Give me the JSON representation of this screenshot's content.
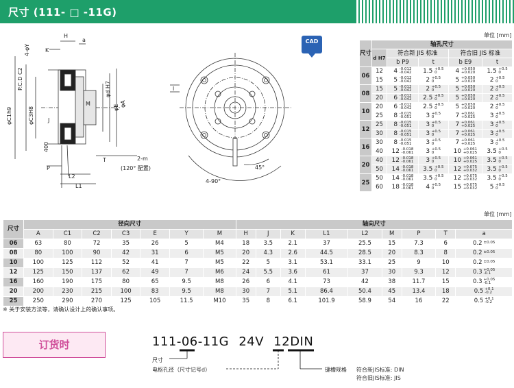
{
  "header": {
    "title": "尺寸 (111- □ -11G)"
  },
  "unit_label": "单位 [mm]",
  "cad_label": "CAD",
  "drawing": {
    "labels": [
      "H",
      "a",
      "4-φY",
      "K",
      "P.C.D C2",
      "φC3H8",
      "φC1h9",
      "J",
      "400",
      "P",
      "L2",
      "L1",
      "φd H7",
      "φE",
      "φA",
      "M",
      "T",
      "2-m",
      "(120° 配置)",
      "45°",
      "4-90°",
      "l"
    ]
  },
  "shaft_table": {
    "title": "轴孔尺寸",
    "size_header": "尺寸",
    "d_header": "d H7",
    "new_jis": "符合新 JIS 标准",
    "old_jis": "符合旧 JIS 标准",
    "b_p9": "b P9",
    "b_e9": "b E9",
    "t": "t",
    "rows": [
      {
        "size": "06",
        "d": "12",
        "b1": "4",
        "b1t": [
          "-0.012",
          "-0.042"
        ],
        "t1": "1.5",
        "t1t": [
          "+0.5",
          "0"
        ],
        "b2": "4",
        "b2t": [
          "+0.050",
          "+0.020"
        ],
        "t2": "1.5",
        "t2t": [
          "+0.5",
          "0"
        ]
      },
      {
        "size": "",
        "d": "15",
        "b1": "5",
        "b1t": [
          "-0.012",
          "-0.042"
        ],
        "t1": "2",
        "t1t": [
          "+0.5",
          "0"
        ],
        "b2": "5",
        "b2t": [
          "+0.050",
          "+0.020"
        ],
        "t2": "2",
        "t2t": [
          "+0.5",
          "0"
        ]
      },
      {
        "size": "08",
        "d": "15",
        "b1": "5",
        "b1t": [
          "-0.012",
          "-0.042"
        ],
        "t1": "2",
        "t1t": [
          "+0.5",
          "0"
        ],
        "b2": "5",
        "b2t": [
          "+0.050",
          "+0.020"
        ],
        "t2": "2",
        "t2t": [
          "+0.5",
          "0"
        ]
      },
      {
        "size": "",
        "d": "20",
        "b1": "6",
        "b1t": [
          "-0.012",
          "-0.042"
        ],
        "t1": "2.5",
        "t1t": [
          "+0.5",
          "0"
        ],
        "b2": "5",
        "b2t": [
          "+0.050",
          "+0.020"
        ],
        "t2": "2",
        "t2t": [
          "+0.5",
          "0"
        ]
      },
      {
        "size": "10",
        "d": "20",
        "b1": "6",
        "b1t": [
          "-0.012",
          "-0.042"
        ],
        "t1": "2.5",
        "t1t": [
          "+0.5",
          "0"
        ],
        "b2": "5",
        "b2t": [
          "+0.050",
          "+0.020"
        ],
        "t2": "2",
        "t2t": [
          "+0.5",
          "0"
        ]
      },
      {
        "size": "",
        "d": "25",
        "b1": "8",
        "b1t": [
          "-0.015",
          "-0.051"
        ],
        "t1": "3",
        "t1t": [
          "+0.5",
          "0"
        ],
        "b2": "7",
        "b2t": [
          "+0.061",
          "+0.025"
        ],
        "t2": "3",
        "t2t": [
          "+0.5",
          "0"
        ]
      },
      {
        "size": "12",
        "d": "25",
        "b1": "8",
        "b1t": [
          "-0.015",
          "-0.051"
        ],
        "t1": "3",
        "t1t": [
          "+0.5",
          "0"
        ],
        "b2": "7",
        "b2t": [
          "+0.061",
          "+0.025"
        ],
        "t2": "3",
        "t2t": [
          "+0.5",
          "0"
        ]
      },
      {
        "size": "",
        "d": "30",
        "b1": "8",
        "b1t": [
          "-0.015",
          "-0.051"
        ],
        "t1": "3",
        "t1t": [
          "+0.5",
          "0"
        ],
        "b2": "7",
        "b2t": [
          "+0.061",
          "+0.025"
        ],
        "t2": "3",
        "t2t": [
          "+0.5",
          "0"
        ]
      },
      {
        "size": "16",
        "d": "30",
        "b1": "8",
        "b1t": [
          "-0.015",
          "-0.051"
        ],
        "t1": "3",
        "t1t": [
          "+0.5",
          "0"
        ],
        "b2": "7",
        "b2t": [
          "+0.061",
          "+0.025"
        ],
        "t2": "3",
        "t2t": [
          "+0.5",
          "0"
        ]
      },
      {
        "size": "",
        "d": "40",
        "b1": "12",
        "b1t": [
          "-0.018",
          "-0.061"
        ],
        "t1": "3",
        "t1t": [
          "+0.5",
          "0"
        ],
        "b2": "10",
        "b2t": [
          "+0.061",
          "+0.025"
        ],
        "t2": "3.5",
        "t2t": [
          "+0.5",
          "0"
        ]
      },
      {
        "size": "20",
        "d": "40",
        "b1": "12",
        "b1t": [
          "-0.018",
          "-0.061"
        ],
        "t1": "3",
        "t1t": [
          "+0.5",
          "0"
        ],
        "b2": "10",
        "b2t": [
          "+0.061",
          "+0.025"
        ],
        "t2": "3.5",
        "t2t": [
          "+0.5",
          "0"
        ]
      },
      {
        "size": "",
        "d": "50",
        "b1": "14",
        "b1t": [
          "-0.018",
          "-0.061"
        ],
        "t1": "3.5",
        "t1t": [
          "+0.5",
          "0"
        ],
        "b2": "12",
        "b2t": [
          "+0.075",
          "+0.032"
        ],
        "t2": "3.5",
        "t2t": [
          "+0.5",
          "0"
        ]
      },
      {
        "size": "25",
        "d": "50",
        "b1": "14",
        "b1t": [
          "-0.018",
          "-0.061"
        ],
        "t1": "3.5",
        "t1t": [
          "+0.5",
          "0"
        ],
        "b2": "12",
        "b2t": [
          "+0.075",
          "+0.032"
        ],
        "t2": "3.5",
        "t2t": [
          "+0.5",
          "0"
        ]
      },
      {
        "size": "",
        "d": "60",
        "b1": "18",
        "b1t": [
          "-0.018",
          "-0.061"
        ],
        "t1": "4",
        "t1t": [
          "+0.5",
          "0"
        ],
        "b2": "15",
        "b2t": [
          "+0.075",
          "+0.032"
        ],
        "t2": "5",
        "t2t": [
          "+0.5",
          "0"
        ]
      }
    ]
  },
  "dims_table": {
    "size_header": "尺寸",
    "radial_header": "径向尺寸",
    "axial_header": "轴向尺寸",
    "cols_radial": [
      "A",
      "C1",
      "C2",
      "C3",
      "E",
      "Y",
      "M"
    ],
    "cols_axial": [
      "H",
      "J",
      "K",
      "L1",
      "L2",
      "M",
      "P",
      "T",
      "a"
    ],
    "rows": [
      {
        "size": "06",
        "v": [
          "63",
          "80",
          "72",
          "35",
          "26",
          "5",
          "M4",
          "18",
          "3.5",
          "2.1",
          "37",
          "25.5",
          "15",
          "7.3",
          "6",
          "0.2"
        ],
        "tol": [
          "±0.05",
          ""
        ]
      },
      {
        "size": "08",
        "v": [
          "80",
          "100",
          "90",
          "42",
          "31",
          "6",
          "M5",
          "20",
          "4.3",
          "2.6",
          "44.5",
          "28.5",
          "20",
          "8.3",
          "8",
          "0.2"
        ],
        "tol": [
          "±0.05",
          ""
        ]
      },
      {
        "size": "10",
        "v": [
          "100",
          "125",
          "112",
          "52",
          "41",
          "7",
          "M5",
          "22",
          "5",
          "3.1",
          "53.1",
          "33.1",
          "25",
          "9",
          "10",
          "0.2"
        ],
        "tol": [
          "±0.05",
          ""
        ]
      },
      {
        "size": "12",
        "v": [
          "125",
          "150",
          "137",
          "62",
          "49",
          "7",
          "M6",
          "24",
          "5.5",
          "3.6",
          "61",
          "37",
          "30",
          "9.3",
          "12",
          "0.3"
        ],
        "tol": [
          "+0.05",
          "-0.1"
        ]
      },
      {
        "size": "16",
        "v": [
          "160",
          "190",
          "175",
          "80",
          "65",
          "9.5",
          "M8",
          "26",
          "6",
          "4.1",
          "73",
          "42",
          "38",
          "11.7",
          "15",
          "0.3"
        ],
        "tol": [
          "+0.05",
          "-0.1"
        ]
      },
      {
        "size": "20",
        "v": [
          "200",
          "230",
          "215",
          "100",
          "83",
          "9.5",
          "M8",
          "30",
          "7",
          "5.1",
          "86.4",
          "50.4",
          "45",
          "13.4",
          "18",
          "0.5"
        ],
        "tol": [
          "+0.1",
          "-0.2"
        ]
      },
      {
        "size": "25",
        "v": [
          "250",
          "290",
          "270",
          "125",
          "105",
          "11.5",
          "M10",
          "35",
          "8",
          "6.1",
          "101.9",
          "58.9",
          "54",
          "16",
          "22",
          "0.5"
        ],
        "tol": [
          "+0.1",
          "-0.2"
        ]
      }
    ]
  },
  "note": "※ 关于安装方法等，请确认设计上的确认事项。",
  "order": {
    "box_label": "订货时",
    "code_parts": [
      "111-06-11G",
      "24V",
      "12DIN"
    ],
    "label_size": "尺寸",
    "label_bore": "电枢孔径（尺寸记号d）",
    "label_key": "键槽规格",
    "label_new": "符合新JIS标准: DIN",
    "label_old": "符合旧JIS标准: JIS"
  }
}
